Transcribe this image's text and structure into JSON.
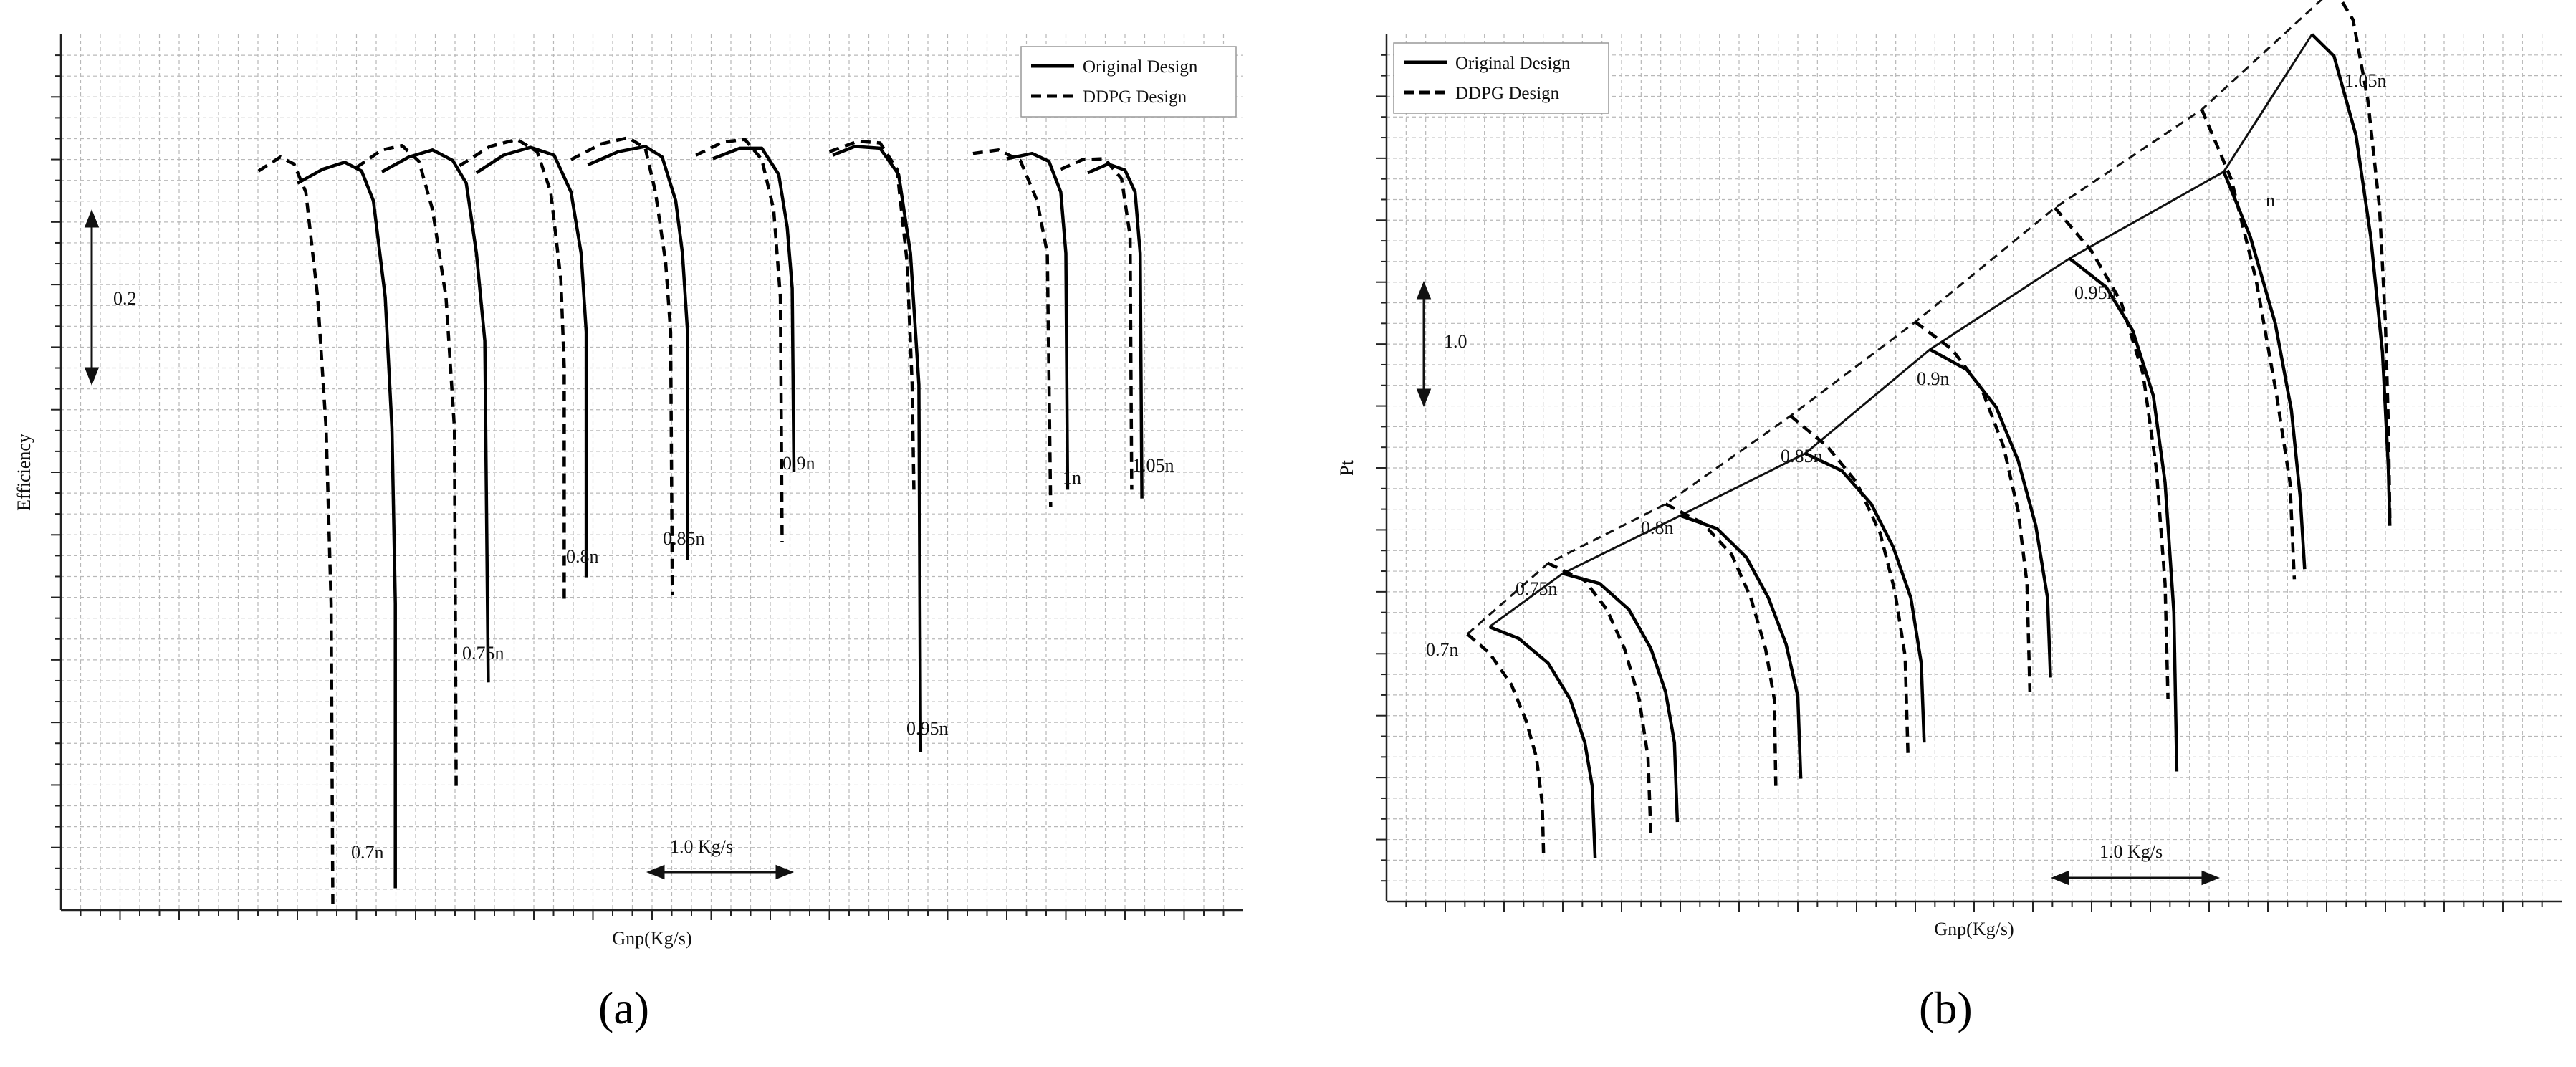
{
  "panel_labels": {
    "a": "(a)",
    "b": "(b)"
  },
  "chart_data": [
    {
      "type": "line",
      "panel": "a",
      "xlabel": "Gnp(Kg/s)",
      "ylabel": "Efficiency",
      "legend": {
        "placement": "top-right",
        "entries": [
          {
            "name": "Original Design",
            "style": "solid"
          },
          {
            "name": "DDPG Design",
            "style": "dashed"
          }
        ]
      },
      "grid": true,
      "ylim": [
        0.0,
        1.0
      ],
      "scale_bar_y": "0.2",
      "scale_bar_x": "1.0 Kg/s",
      "speed_lines": [
        {
          "label": "0.7n",
          "original": [
            [
              1.4,
              0.83
            ],
            [
              1.55,
              0.846
            ],
            [
              1.68,
              0.854
            ],
            [
              1.78,
              0.844
            ],
            [
              1.85,
              0.81
            ],
            [
              1.92,
              0.7
            ],
            [
              1.96,
              0.55
            ],
            [
              1.98,
              0.35
            ],
            [
              1.98,
              0.025
            ]
          ],
          "ddpg": [
            [
              1.17,
              0.844
            ],
            [
              1.3,
              0.86
            ],
            [
              1.38,
              0.852
            ],
            [
              1.45,
              0.82
            ],
            [
              1.52,
              0.7
            ],
            [
              1.57,
              0.55
            ],
            [
              1.6,
              0.35
            ],
            [
              1.61,
              0.005
            ]
          ]
        },
        {
          "label": "0.75n",
          "original": [
            [
              1.9,
              0.843
            ],
            [
              2.06,
              0.86
            ],
            [
              2.2,
              0.868
            ],
            [
              2.32,
              0.856
            ],
            [
              2.4,
              0.83
            ],
            [
              2.46,
              0.75
            ],
            [
              2.51,
              0.65
            ],
            [
              2.53,
              0.26
            ]
          ],
          "ddpg": [
            [
              1.75,
              0.848
            ],
            [
              1.9,
              0.868
            ],
            [
              2.02,
              0.873
            ],
            [
              2.12,
              0.855
            ],
            [
              2.2,
              0.8
            ],
            [
              2.28,
              0.7
            ],
            [
              2.33,
              0.55
            ],
            [
              2.34,
              0.14
            ]
          ]
        },
        {
          "label": "0.8n",
          "original": [
            [
              2.46,
              0.842
            ],
            [
              2.62,
              0.862
            ],
            [
              2.78,
              0.871
            ],
            [
              2.92,
              0.862
            ],
            [
              3.02,
              0.82
            ],
            [
              3.08,
              0.75
            ],
            [
              3.11,
              0.66
            ],
            [
              3.11,
              0.38
            ]
          ],
          "ddpg": [
            [
              2.36,
              0.85
            ],
            [
              2.54,
              0.872
            ],
            [
              2.7,
              0.88
            ],
            [
              2.82,
              0.866
            ],
            [
              2.9,
              0.82
            ],
            [
              2.96,
              0.72
            ],
            [
              2.98,
              0.62
            ],
            [
              2.98,
              0.35
            ]
          ]
        },
        {
          "label": "0.85n",
          "original": [
            [
              3.12,
              0.851
            ],
            [
              3.3,
              0.866
            ],
            [
              3.46,
              0.872
            ],
            [
              3.56,
              0.86
            ],
            [
              3.64,
              0.81
            ],
            [
              3.68,
              0.75
            ],
            [
              3.71,
              0.66
            ],
            [
              3.71,
              0.4
            ]
          ],
          "ddpg": [
            [
              3.02,
              0.857
            ],
            [
              3.2,
              0.875
            ],
            [
              3.36,
              0.882
            ],
            [
              3.46,
              0.87
            ],
            [
              3.52,
              0.82
            ],
            [
              3.58,
              0.74
            ],
            [
              3.61,
              0.66
            ],
            [
              3.62,
              0.36
            ]
          ]
        },
        {
          "label": "0.9n",
          "original": [
            [
              3.86,
              0.858
            ],
            [
              4.02,
              0.87
            ],
            [
              4.15,
              0.87
            ],
            [
              4.25,
              0.84
            ],
            [
              4.3,
              0.78
            ],
            [
              4.33,
              0.71
            ],
            [
              4.34,
              0.5
            ]
          ],
          "ddpg": [
            [
              3.76,
              0.862
            ],
            [
              3.92,
              0.877
            ],
            [
              4.05,
              0.88
            ],
            [
              4.15,
              0.857
            ],
            [
              4.22,
              0.8
            ],
            [
              4.26,
              0.7
            ],
            [
              4.27,
              0.42
            ]
          ]
        },
        {
          "label": "0.95n",
          "original": [
            [
              4.57,
              0.862
            ],
            [
              4.7,
              0.872
            ],
            [
              4.85,
              0.87
            ],
            [
              4.96,
              0.84
            ],
            [
              5.03,
              0.75
            ],
            [
              5.08,
              0.6
            ],
            [
              5.09,
              0.18
            ]
          ],
          "ddpg": [
            [
              4.55,
              0.866
            ],
            [
              4.72,
              0.878
            ],
            [
              4.85,
              0.876
            ],
            [
              4.95,
              0.846
            ],
            [
              5.01,
              0.74
            ],
            [
              5.04,
              0.6
            ],
            [
              5.05,
              0.48
            ]
          ]
        },
        {
          "label": "1n",
          "original": [
            [
              5.6,
              0.858
            ],
            [
              5.75,
              0.864
            ],
            [
              5.85,
              0.855
            ],
            [
              5.92,
              0.82
            ],
            [
              5.95,
              0.75
            ],
            [
              5.96,
              0.48
            ]
          ],
          "ddpg": [
            [
              5.4,
              0.864
            ],
            [
              5.55,
              0.868
            ],
            [
              5.68,
              0.856
            ],
            [
              5.78,
              0.81
            ],
            [
              5.84,
              0.75
            ],
            [
              5.86,
              0.46
            ]
          ]
        },
        {
          "label": "1.05n",
          "original": [
            [
              6.08,
              0.842
            ],
            [
              6.2,
              0.852
            ],
            [
              6.3,
              0.845
            ],
            [
              6.36,
              0.82
            ],
            [
              6.39,
              0.75
            ],
            [
              6.4,
              0.47
            ]
          ],
          "ddpg": [
            [
              5.92,
              0.846
            ],
            [
              6.05,
              0.857
            ],
            [
              6.18,
              0.858
            ],
            [
              6.28,
              0.835
            ],
            [
              6.33,
              0.77
            ],
            [
              6.34,
              0.48
            ]
          ]
        }
      ]
    },
    {
      "type": "line",
      "panel": "b",
      "xlabel": "Gnp(Kg/s)",
      "ylabel": "Pt",
      "legend": {
        "placement": "top-left",
        "entries": [
          {
            "name": "Original Design",
            "style": "solid"
          },
          {
            "name": "DDPG Design",
            "style": "dashed"
          }
        ]
      },
      "grid": true,
      "ylim": [
        0.0,
        6.0
      ],
      "scale_bar_y": "1.0",
      "scale_bar_x": "1.0 Kg/s",
      "surge_line_original": [
        [
          0.2,
          1.9
        ],
        [
          0.7,
          2.27
        ],
        [
          1.5,
          2.67
        ],
        [
          2.35,
          3.1
        ],
        [
          3.2,
          3.82
        ],
        [
          4.15,
          4.45
        ],
        [
          5.2,
          5.05
        ],
        [
          5.8,
          6.0
        ]
      ],
      "surge_line_ddpg": [
        [
          0.05,
          1.85
        ],
        [
          0.6,
          2.34
        ],
        [
          1.4,
          2.75
        ],
        [
          2.25,
          3.36
        ],
        [
          3.1,
          4.01
        ],
        [
          4.05,
          4.8
        ],
        [
          5.05,
          5.48
        ],
        [
          5.95,
          6.32
        ]
      ],
      "speed_lines": [
        {
          "label": "0.7n",
          "original": [
            [
              0.2,
              1.9
            ],
            [
              0.4,
              1.82
            ],
            [
              0.6,
              1.65
            ],
            [
              0.75,
              1.4
            ],
            [
              0.85,
              1.1
            ],
            [
              0.9,
              0.8
            ],
            [
              0.92,
              0.3
            ]
          ],
          "ddpg": [
            [
              0.05,
              1.85
            ],
            [
              0.2,
              1.72
            ],
            [
              0.35,
              1.5
            ],
            [
              0.45,
              1.25
            ],
            [
              0.52,
              1.0
            ],
            [
              0.56,
              0.68
            ],
            [
              0.57,
              0.3
            ]
          ]
        },
        {
          "label": "0.75n",
          "original": [
            [
              0.7,
              2.27
            ],
            [
              0.95,
              2.2
            ],
            [
              1.15,
              2.02
            ],
            [
              1.3,
              1.75
            ],
            [
              1.4,
              1.45
            ],
            [
              1.46,
              1.1
            ],
            [
              1.48,
              0.55
            ]
          ],
          "ddpg": [
            [
              0.6,
              2.34
            ],
            [
              0.85,
              2.22
            ],
            [
              1.0,
              2.02
            ],
            [
              1.12,
              1.75
            ],
            [
              1.22,
              1.4
            ],
            [
              1.28,
              1.0
            ],
            [
              1.3,
              0.45
            ]
          ]
        },
        {
          "label": "0.8n",
          "original": [
            [
              1.5,
              2.67
            ],
            [
              1.75,
              2.58
            ],
            [
              1.95,
              2.38
            ],
            [
              2.1,
              2.1
            ],
            [
              2.22,
              1.78
            ],
            [
              2.3,
              1.42
            ],
            [
              2.32,
              0.85
            ]
          ],
          "ddpg": [
            [
              1.4,
              2.75
            ],
            [
              1.65,
              2.62
            ],
            [
              1.85,
              2.4
            ],
            [
              1.98,
              2.1
            ],
            [
              2.08,
              1.75
            ],
            [
              2.14,
              1.4
            ],
            [
              2.15,
              0.8
            ]
          ]
        },
        {
          "label": "0.85n",
          "original": [
            [
              2.35,
              3.1
            ],
            [
              2.6,
              2.98
            ],
            [
              2.8,
              2.75
            ],
            [
              2.95,
              2.45
            ],
            [
              3.07,
              2.1
            ],
            [
              3.14,
              1.65
            ],
            [
              3.16,
              1.1
            ]
          ],
          "ddpg": [
            [
              2.25,
              3.36
            ],
            [
              2.5,
              3.15
            ],
            [
              2.7,
              2.9
            ],
            [
              2.86,
              2.55
            ],
            [
              2.96,
              2.15
            ],
            [
              3.03,
              1.7
            ],
            [
              3.05,
              1.0
            ]
          ]
        },
        {
          "label": "0.9n",
          "original": [
            [
              3.2,
              3.82
            ],
            [
              3.45,
              3.68
            ],
            [
              3.65,
              3.42
            ],
            [
              3.8,
              3.05
            ],
            [
              3.92,
              2.6
            ],
            [
              4.0,
              2.1
            ],
            [
              4.02,
              1.55
            ]
          ],
          "ddpg": [
            [
              3.1,
              4.01
            ],
            [
              3.35,
              3.82
            ],
            [
              3.55,
              3.55
            ],
            [
              3.7,
              3.15
            ],
            [
              3.8,
              2.7
            ],
            [
              3.86,
              2.2
            ],
            [
              3.88,
              1.45
            ]
          ]
        },
        {
          "label": "0.95n",
          "original": [
            [
              4.15,
              4.45
            ],
            [
              4.4,
              4.25
            ],
            [
              4.58,
              3.95
            ],
            [
              4.72,
              3.5
            ],
            [
              4.8,
              2.9
            ],
            [
              4.86,
              2.0
            ],
            [
              4.88,
              0.9
            ]
          ],
          "ddpg": [
            [
              4.05,
              4.8
            ],
            [
              4.3,
              4.5
            ],
            [
              4.5,
              4.15
            ],
            [
              4.65,
              3.65
            ],
            [
              4.74,
              3.0
            ],
            [
              4.8,
              2.2
            ],
            [
              4.82,
              1.4
            ]
          ]
        },
        {
          "label": "n",
          "original": [
            [
              5.2,
              5.05
            ],
            [
              5.38,
              4.6
            ],
            [
              5.55,
              4.0
            ],
            [
              5.66,
              3.4
            ],
            [
              5.72,
              2.8
            ],
            [
              5.75,
              2.3
            ]
          ],
          "ddpg": [
            [
              5.05,
              5.48
            ],
            [
              5.25,
              5.0
            ],
            [
              5.42,
              4.3
            ],
            [
              5.56,
              3.5
            ],
            [
              5.65,
              2.9
            ],
            [
              5.68,
              2.23
            ]
          ]
        },
        {
          "label": "1.05n",
          "original": [
            [
              5.8,
              6.0
            ],
            [
              5.95,
              5.85
            ],
            [
              6.1,
              5.3
            ],
            [
              6.2,
              4.6
            ],
            [
              6.28,
              3.8
            ],
            [
              6.32,
              3.0
            ],
            [
              6.33,
              2.6
            ]
          ],
          "ddpg": [
            [
              5.95,
              6.32
            ],
            [
              6.08,
              6.1
            ],
            [
              6.18,
              5.55
            ],
            [
              6.26,
              4.8
            ],
            [
              6.3,
              4.0
            ],
            [
              6.32,
              3.3
            ],
            [
              6.33,
              2.65
            ]
          ]
        }
      ]
    }
  ]
}
